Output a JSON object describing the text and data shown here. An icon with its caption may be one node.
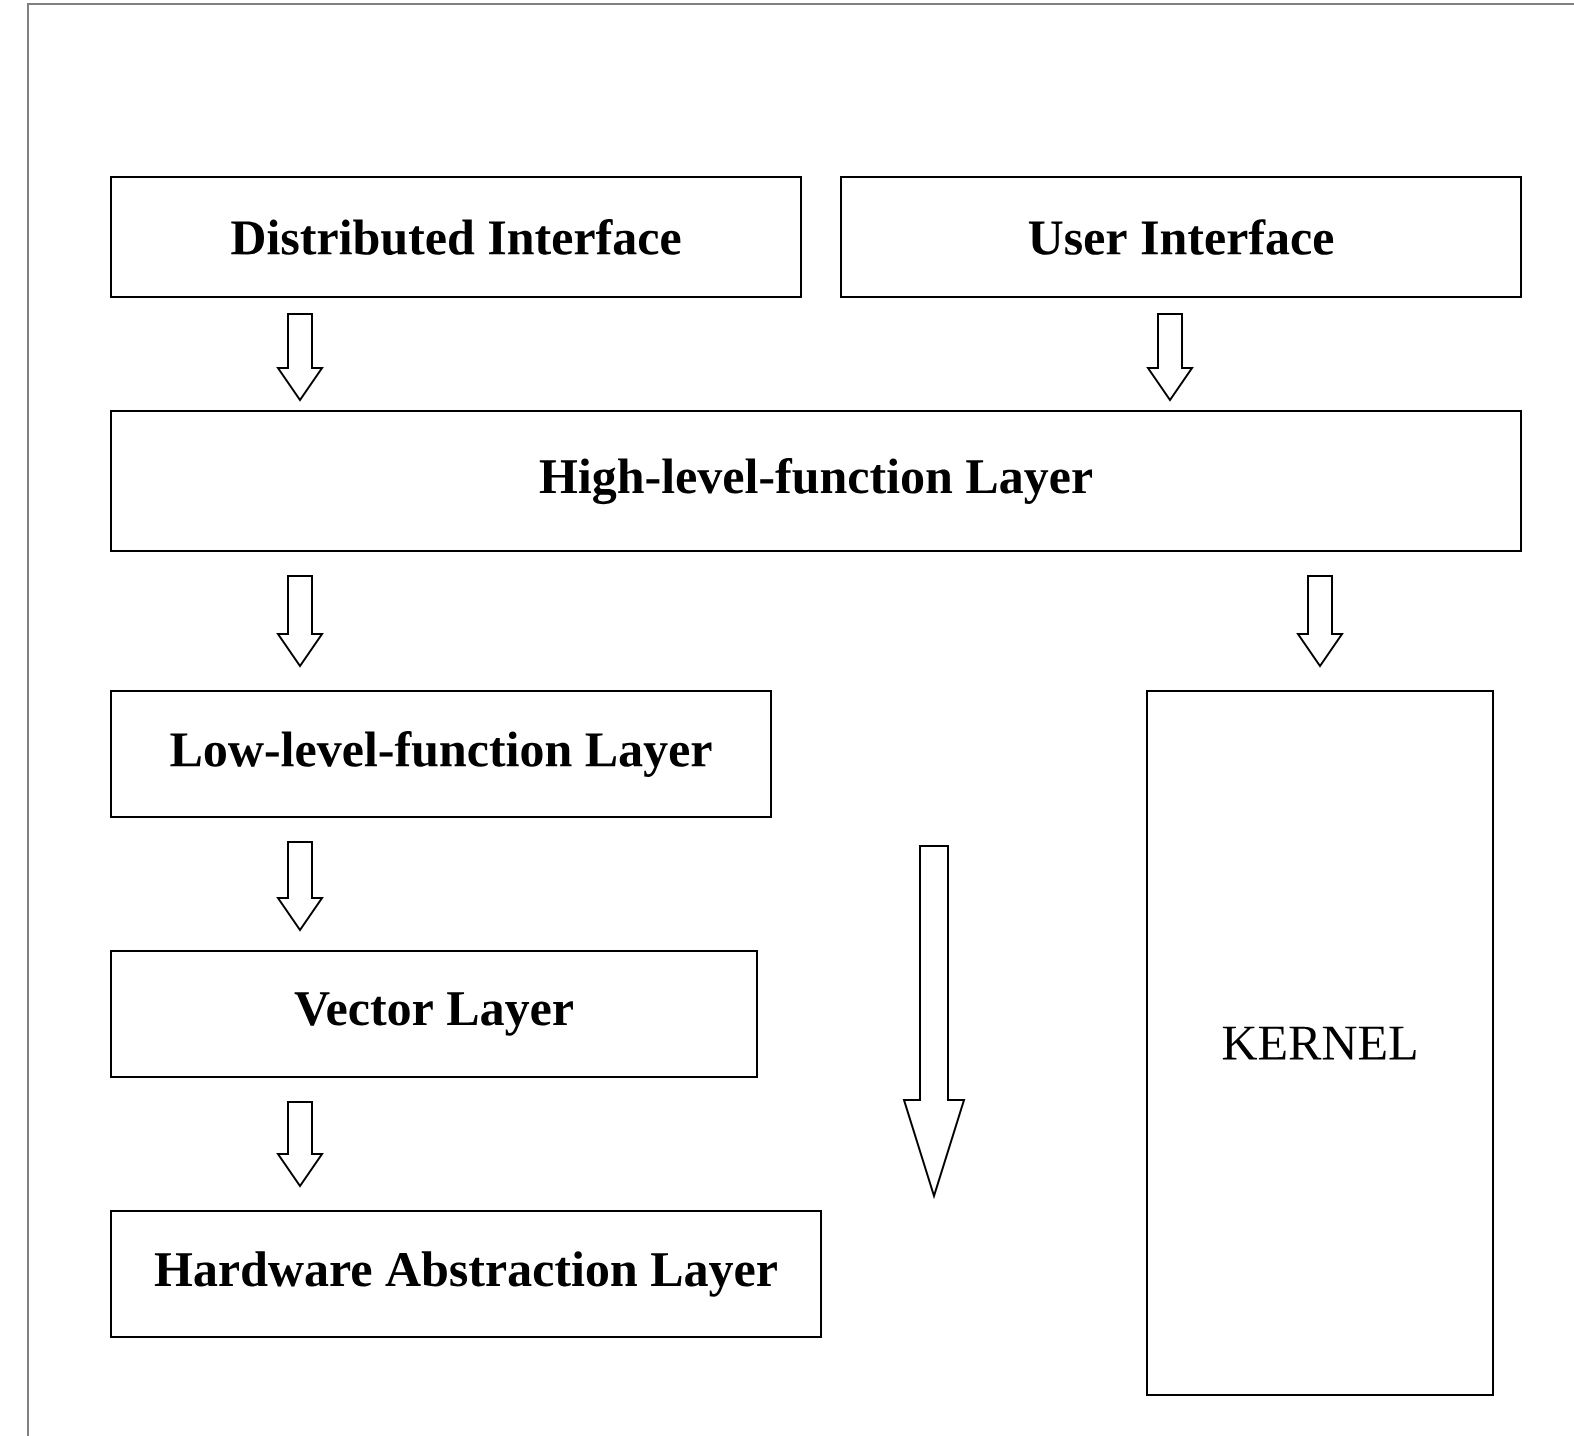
{
  "diagram": {
    "nodes": [
      {
        "text": [
          "Distributed Interface"
        ]
      },
      {
        "text": [
          "User Interface"
        ]
      },
      {
        "text": [
          "High-level-function Layer"
        ]
      },
      {
        "text": [
          "Low-level-function Layer"
        ]
      },
      {
        "text": [
          "KERNEL"
        ]
      },
      {
        "text": [
          "Vector Layer"
        ]
      },
      {
        "text": [
          "Hardware Abstraction Layer"
        ]
      }
    ],
    "edges": [
      {
        "from": 0,
        "to": 2,
        "arrow": "to"
      },
      {
        "from": 1,
        "to": 2,
        "arrow": "to"
      },
      {
        "from": 2,
        "to": 3,
        "arrow": "to"
      },
      {
        "from": 2,
        "to": 4,
        "arrow": "to"
      },
      {
        "from": 3,
        "to": 5,
        "arrow": "to"
      },
      {
        "from": 5,
        "to": 6,
        "arrow": "to"
      },
      {
        "from": 3,
        "to": 6,
        "arrow": "to"
      }
    ]
  }
}
